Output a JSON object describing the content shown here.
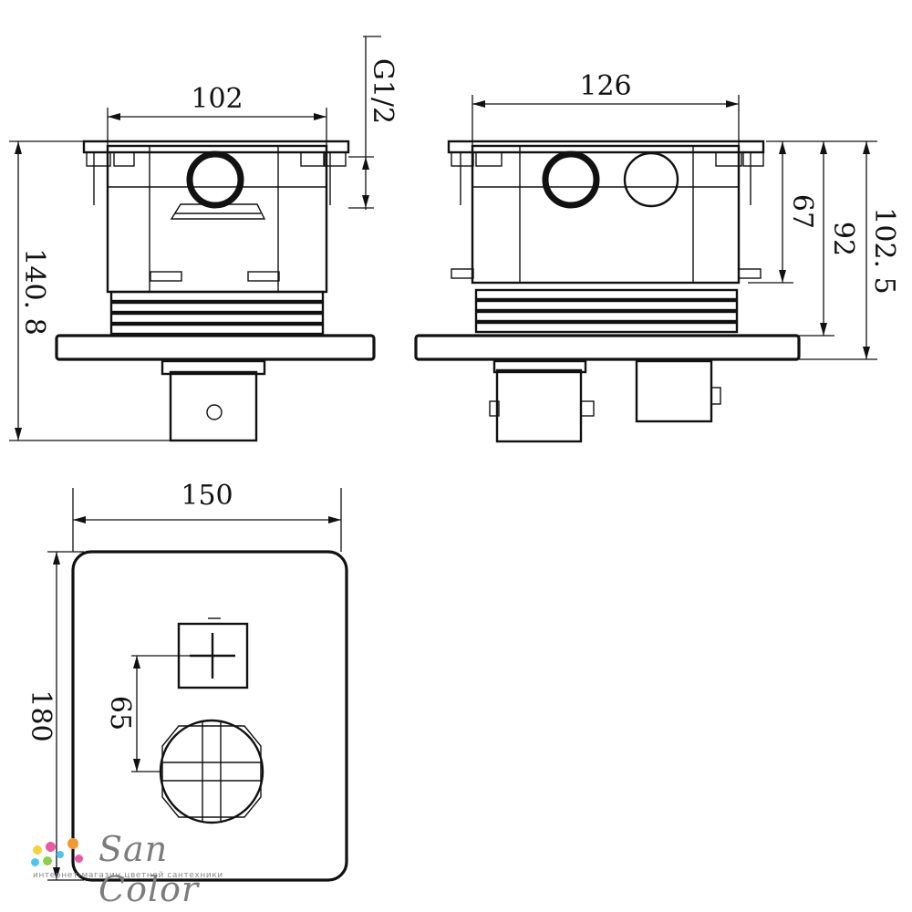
{
  "dimensions": {
    "front_width": "102",
    "thread": "G1/2",
    "total_height": "140. 8",
    "side_width": "126",
    "depth_1": "67",
    "depth_2": "92",
    "depth_3": "102. 5",
    "plate_width": "150",
    "plate_height": "180",
    "handle_spacing": "65"
  },
  "logo": {
    "name": "SanColor",
    "text": "San Color",
    "subtitle": "интернет-магазин цветной сантехники",
    "colors": [
      "#f7d23a",
      "#e95aa5",
      "#4cc6ef",
      "#8ad14a",
      "#f39a2f"
    ]
  }
}
